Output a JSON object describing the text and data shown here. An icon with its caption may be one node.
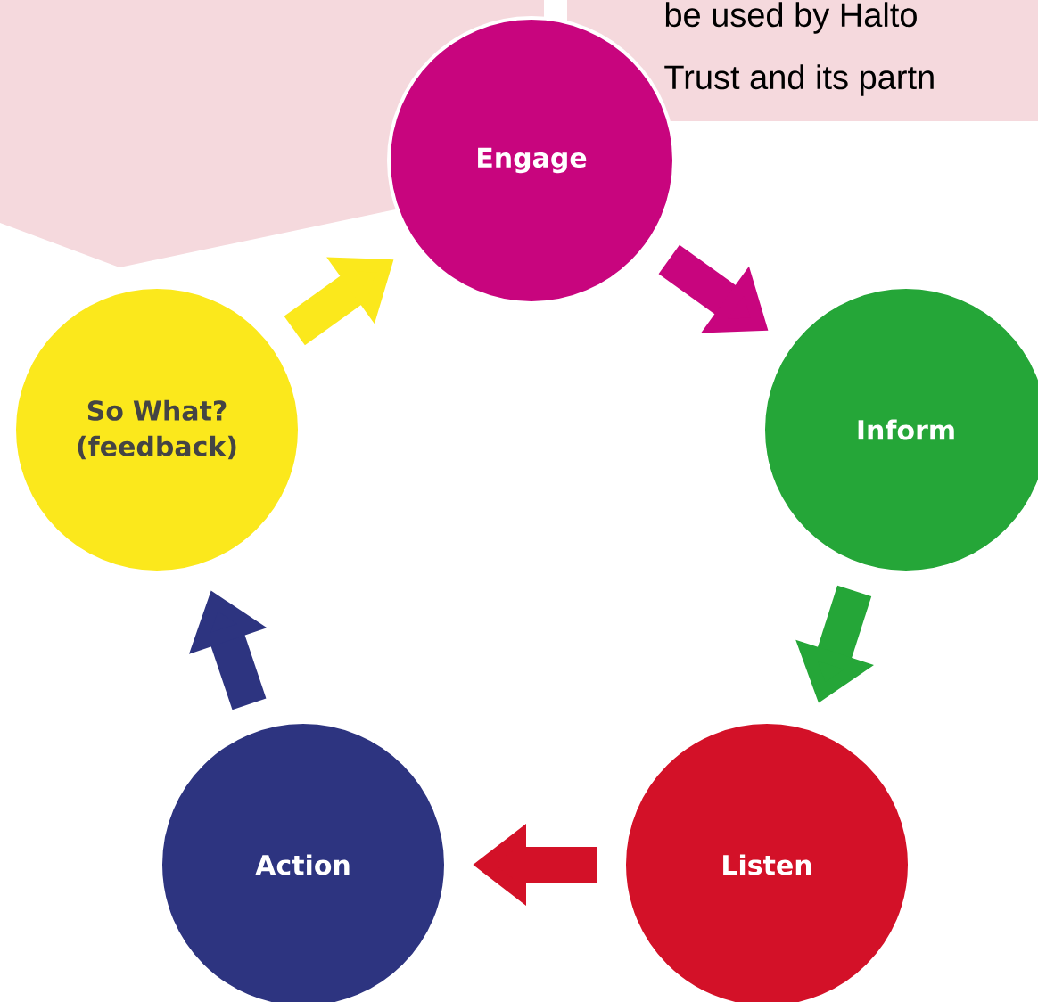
{
  "diagram": {
    "nodes": [
      {
        "text": [
          "Engage"
        ]
      },
      {
        "text": [
          "Inform"
        ]
      },
      {
        "text": [
          "Listen"
        ]
      },
      {
        "text": [
          "Action"
        ]
      },
      {
        "text": [
          "So What? (feedback)"
        ]
      }
    ],
    "edges": [
      {
        "from": 0,
        "to": 1,
        "arrow": "to",
        "color": "#c8057e"
      },
      {
        "from": 1,
        "to": 2,
        "arrow": "to",
        "color": "#25a638"
      },
      {
        "from": 2,
        "to": 3,
        "arrow": "to",
        "color": "#d31128"
      },
      {
        "from": 3,
        "to": 4,
        "arrow": "to",
        "color": "#2d3480"
      },
      {
        "from": 4,
        "to": 0,
        "arrow": "to",
        "color": "#fbe81c"
      }
    ],
    "labels": [
      "be used by Halto",
      "Trust and its partn"
    ]
  }
}
